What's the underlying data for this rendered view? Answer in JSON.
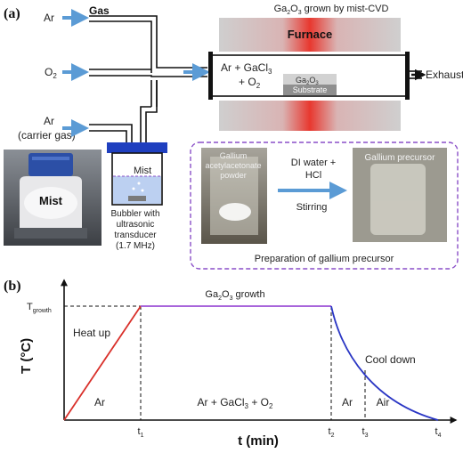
{
  "panel_a": {
    "label": "(a)",
    "gas_header": "Gas",
    "inputs": {
      "ar": "Ar",
      "o2": "O",
      "o2_sub": "2",
      "ar_carrier": "Ar",
      "carrier_note": "(carrier gas)"
    },
    "title_pre": "Ga",
    "title_sub1": "2",
    "title_mid": "O",
    "title_sub2": "3",
    "title_post": " grown by mist-CVD",
    "furnace": "Furnace",
    "tube_gas_line1": "Ar + GaCl",
    "tube_gas_sub": "3",
    "tube_gas_line2": "+ O",
    "tube_gas_sub2": "2",
    "film": {
      "pre": "Ga",
      "s1": "2",
      "mid": "O",
      "s2": "3"
    },
    "substrate": "Substrate",
    "exhaust": "Exhaust",
    "photo_mist": "Mist",
    "bubbler_mist": "Mist",
    "bubbler_caption": [
      "Bubbler with",
      "ultrasonic",
      "transducer",
      "(1.7 MHz)"
    ],
    "precursor": {
      "photo1_label": [
        "Gallium",
        "acetylacetonate",
        "powder"
      ],
      "arrow_top": [
        "DI water +",
        "HCl"
      ],
      "arrow_bottom": "Stirring",
      "photo2_label": "Gallium precursor",
      "caption": "Preparation of gallium precursor"
    },
    "colors": {
      "arrow": "#5b9bd5",
      "heater": "#e8382f",
      "box": "#8a4fc8",
      "bubbler": "#1f3fbf"
    }
  },
  "panel_b": {
    "label": "(b)",
    "ylabel": "T (°C)",
    "xlabel": "t (min)",
    "tgrowth_main": "T",
    "tgrowth_sub": "growth",
    "phase_growth": {
      "pre": "Ga",
      "s1": "2",
      "mid": "O",
      "s2": "3",
      "post": " growth"
    },
    "heat_up": "Heat up",
    "cool_down": "Cool down",
    "regions": {
      "ar1": "Ar",
      "mix_pre": "Ar + GaCl",
      "mix_s1": "3",
      "mix_post": " + O",
      "mix_s2": "2",
      "ar2": "Ar",
      "air": "Air"
    },
    "ticks": [
      {
        "m": "t",
        "s": "1"
      },
      {
        "m": "t",
        "s": "2"
      },
      {
        "m": "t",
        "s": "3"
      },
      {
        "m": "t",
        "s": "4"
      }
    ],
    "segment_colors": {
      "heat": "#d9302a",
      "hold": "#9b4fd6",
      "cool": "#2a36c4"
    }
  }
}
